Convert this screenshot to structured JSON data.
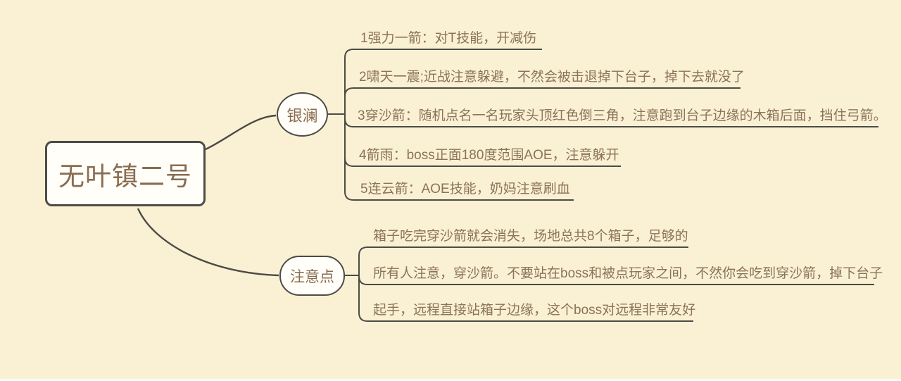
{
  "canvas": {
    "background_color": "#FAF1D5",
    "line_color": "#4D4B45",
    "node_fill_color": "#FFFEF8",
    "text_color": "#8A6C50",
    "leaf_text_color": "#8C7357"
  },
  "root": {
    "label": "无叶镇二号"
  },
  "branches": [
    {
      "label": "银澜",
      "children": [
        "1强力一箭：对T技能，开减伤",
        "2啸天一震;近战注意躲避，不然会被击退掉下台子，掉下去就没了",
        "3穿沙箭：随机点名一名玩家头顶红色倒三角，注意跑到台子边缘的木箱后面，挡住弓箭。",
        "4箭雨：boss正面180度范围AOE，注意躲开",
        "5连云箭：AOE技能，奶妈注意刷血"
      ]
    },
    {
      "label": "注意点",
      "children": [
        "箱子吃完穿沙箭就会消失，场地总共8个箱子，足够的",
        "所有人注意，穿沙箭。不要站在boss和被点玩家之间，不然你会吃到穿沙箭，掉下台子",
        "起手，远程直接站箱子边缘，这个boss对远程非常友好"
      ]
    }
  ]
}
